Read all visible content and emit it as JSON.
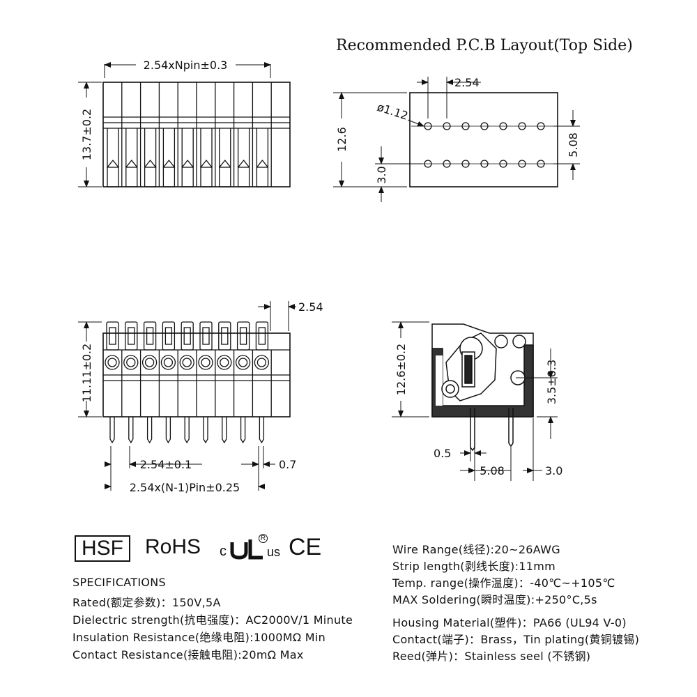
{
  "pcb": {
    "title": "Recommended P.C.B Layout(Top Side)",
    "pitch": "2.54",
    "hole_dia": "ø1.12",
    "height": "12.6",
    "row_spacing": "5.08",
    "offset": "3.0"
  },
  "top_view": {
    "width": "2.54xNpin±0.3",
    "height": "13.7±0.2"
  },
  "front_view": {
    "pitch": "2.54",
    "height": "11.11±0.2",
    "pin_pitch": "2.54±0.1",
    "pin_width": "0.7",
    "total": "2.54x(N-1)Pin±0.25"
  },
  "side_view": {
    "height": "12.6±0.2",
    "pin_height": "3.5±0.3",
    "pin_thickness": "0.5",
    "pin_spacing": "5.08",
    "rear_offset": "3.0"
  },
  "logos": {
    "hsf": "HSF",
    "rohs": "RoHS",
    "ul_c": "c",
    "ul_mark": "R",
    "ul_us": "us",
    "ce": "CE"
  },
  "specs_left": [
    "SPECIFICATIONS",
    "Rated(额定参数)：150V,5A",
    "Dielectric strength(抗电强度)：AC2000V/1 Minute",
    "Insulation Resistance(绝缘电阻):1000MΩ Min",
    "Contact Resistance(接触电阻):20mΩ Max"
  ],
  "specs_right": [
    "Wire Range(线径):20~26AWG",
    "Strip length(剥线长度):11mm",
    "Temp. range(操作温度)：-40℃~+105℃",
    "MAX Soldering(瞬时温度):+250°C,5s",
    "Housing Material(塑件)：PA66 (UL94 V-0)",
    "Contact(端子)：Brass，Tin plating(黄铜镀锡)",
    "Reed(弹片)：Stainless seel (不锈钢)"
  ]
}
